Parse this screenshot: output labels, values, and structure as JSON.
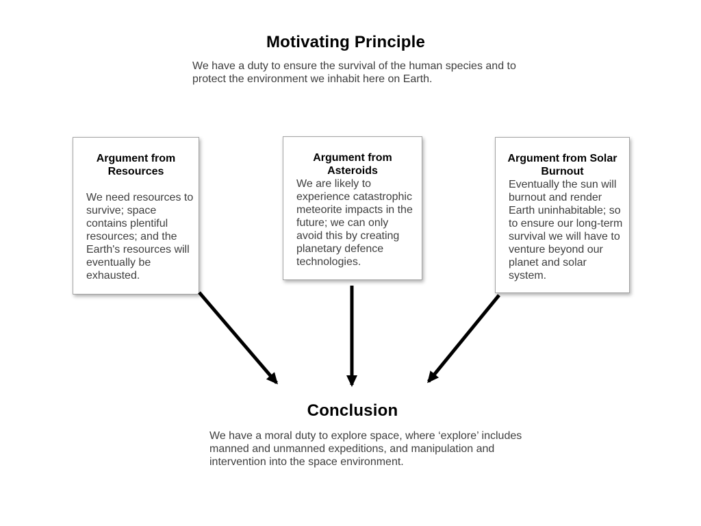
{
  "header": {
    "title": "Motivating Principle",
    "subtitle": "We have a duty to ensure the survival of the human species and to protect the environment we inhabit here on Earth."
  },
  "arguments": [
    {
      "id": "resources",
      "title": "Argument from Resources",
      "body": "We need resources to survive; space contains plentiful resources; and the Earth's resources will eventually be exhausted."
    },
    {
      "id": "asteroids",
      "title": "Argument from Asteroids",
      "body": "We are likely to experience catastrophic meteorite impacts in the future; we can only avoid this by creating planetary defence technologies."
    },
    {
      "id": "solar-burnout",
      "title": "Argument from Solar Burnout",
      "body": "Eventually the sun will burnout and render Earth uninhabitable; so to ensure our long-term survival we will have to venture beyond our planet and solar system."
    }
  ],
  "conclusion": {
    "title": "Conclusion",
    "body": "We have a moral duty to explore space, where ‘explore’ includes manned and unmanned expeditions, and manipulation and intervention into the space environment."
  },
  "colors": {
    "background": "#ffffff",
    "box_border": "#a3a3a3",
    "arrow": "#000000",
    "title_text": "#000000",
    "body_text": "#3d3d3d"
  }
}
